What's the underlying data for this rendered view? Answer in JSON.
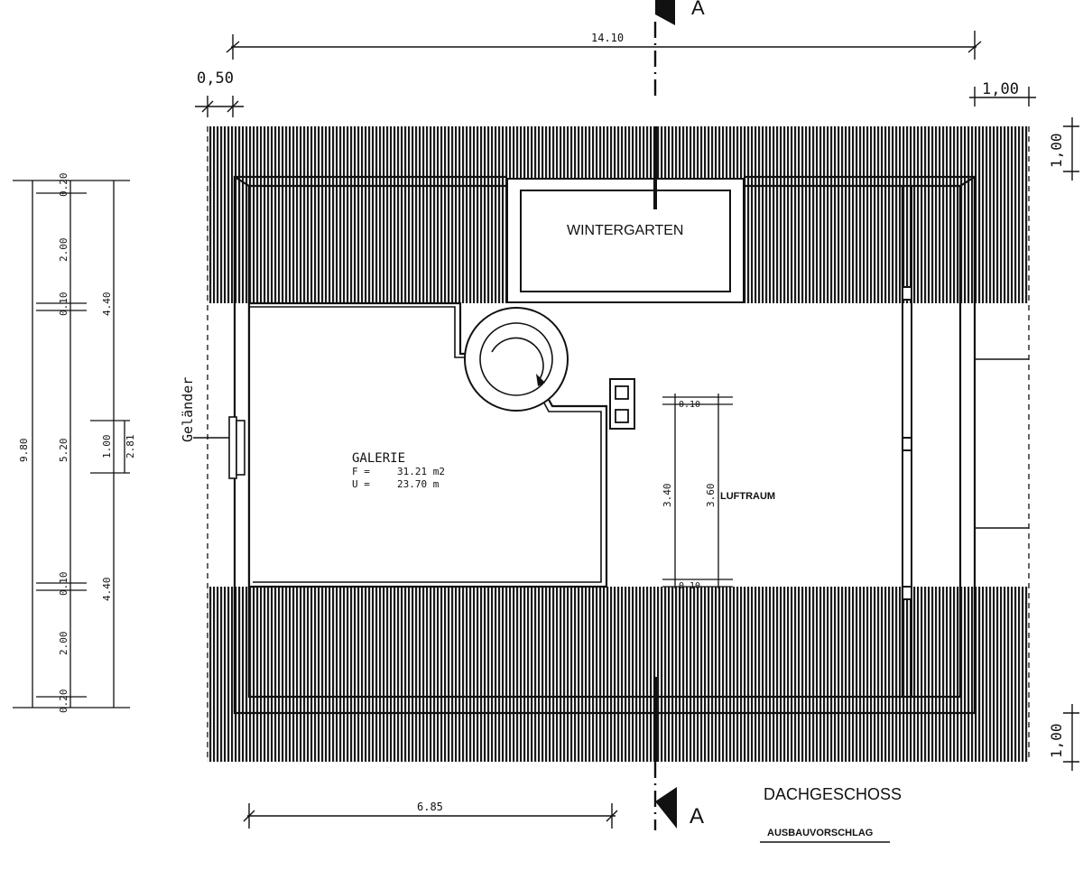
{
  "drawing": {
    "title": "DACHGESCHOSS",
    "subtitle": "AUSBAUVORSCHLAG",
    "section_label": "A",
    "colors": {
      "line": "#111111",
      "paper": "#ffffff",
      "hatch": "#1a1a1a"
    }
  },
  "rooms": {
    "wintergarten": "WINTERGARTEN",
    "galerie": {
      "name": "GALERIE",
      "area_label": "F =",
      "area_value": "31.21 m2",
      "perimeter_label": "U =",
      "perimeter_value": "23.70 m"
    },
    "luftraum": "LUFTRAUM",
    "gelaender": "Geländer"
  },
  "dimensions": {
    "top_total": "14.10",
    "top_left_overhang": "0,50",
    "top_right_overhang": "1,00",
    "right_top_overhang": "1,00",
    "right_bottom_overhang": "1,00",
    "bottom_galerie_width": "6.85",
    "left_total": "9.80",
    "left_chain_outer": [
      "0.20",
      "2.00",
      "0.10",
      "5.20",
      "0.10",
      "2.00",
      "0.20"
    ],
    "left_chain_inner": [
      "4.40",
      "1.00",
      "4.40"
    ],
    "left_chain_2_81": "2.81",
    "luftraum_height_outer": "3.40",
    "luftraum_height_inner": "3.60",
    "luftraum_top": "0.10",
    "luftraum_bottom": "0.10"
  }
}
